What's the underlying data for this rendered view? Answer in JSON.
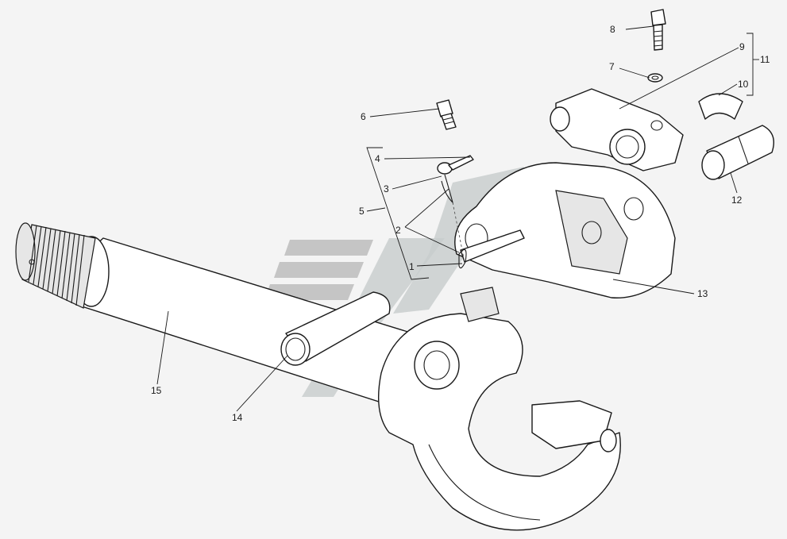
{
  "diagram": {
    "background": "#f4f4f4",
    "line_color": "#1a1a1a",
    "watermark": "logo-watermark",
    "callouts": [
      {
        "id": "c1",
        "text": "1"
      },
      {
        "id": "c2",
        "text": "2"
      },
      {
        "id": "c3",
        "text": "3"
      },
      {
        "id": "c4",
        "text": "4"
      },
      {
        "id": "c5",
        "text": "5"
      },
      {
        "id": "c6",
        "text": "6"
      },
      {
        "id": "c7",
        "text": "7"
      },
      {
        "id": "c8",
        "text": "8"
      },
      {
        "id": "c9",
        "text": "9"
      },
      {
        "id": "c10",
        "text": "10"
      },
      {
        "id": "c11",
        "text": "11"
      },
      {
        "id": "c12",
        "text": "12"
      },
      {
        "id": "c13",
        "text": "13"
      },
      {
        "id": "c14",
        "text": "14"
      },
      {
        "id": "c15",
        "text": "15"
      }
    ]
  }
}
